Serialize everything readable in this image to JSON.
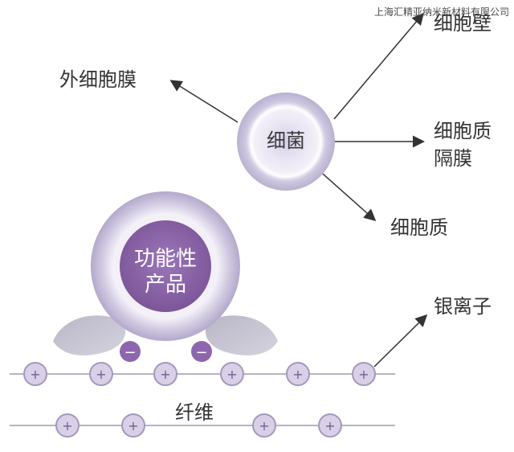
{
  "watermark": "上海汇精亚纳米新材料有限公司",
  "bacterium": {
    "label": "细菌",
    "parts": {
      "outer_membrane": "外细胞膜",
      "cell_wall": "细胞壁",
      "plasma_membrane_line1": "细胞质",
      "plasma_membrane_line2": "隔膜",
      "cytoplasm": "细胞质"
    }
  },
  "product": {
    "line1": "功能性",
    "line2": "产品"
  },
  "silver_ion_label": "银离子",
  "fiber_label": "纤维",
  "charges": {
    "negative": "−",
    "positive": "+"
  },
  "colors": {
    "ring_outer": "#c9c4dc",
    "ring_inner": "#e8e4f1",
    "product_core": "#8e66ad",
    "ion_fill": "#d9d0e8",
    "ion_stroke": "#8c7ea8",
    "negative_fill": "#8e66ad",
    "arrow": "#333333",
    "fiber_line": "#b7b2c2"
  }
}
